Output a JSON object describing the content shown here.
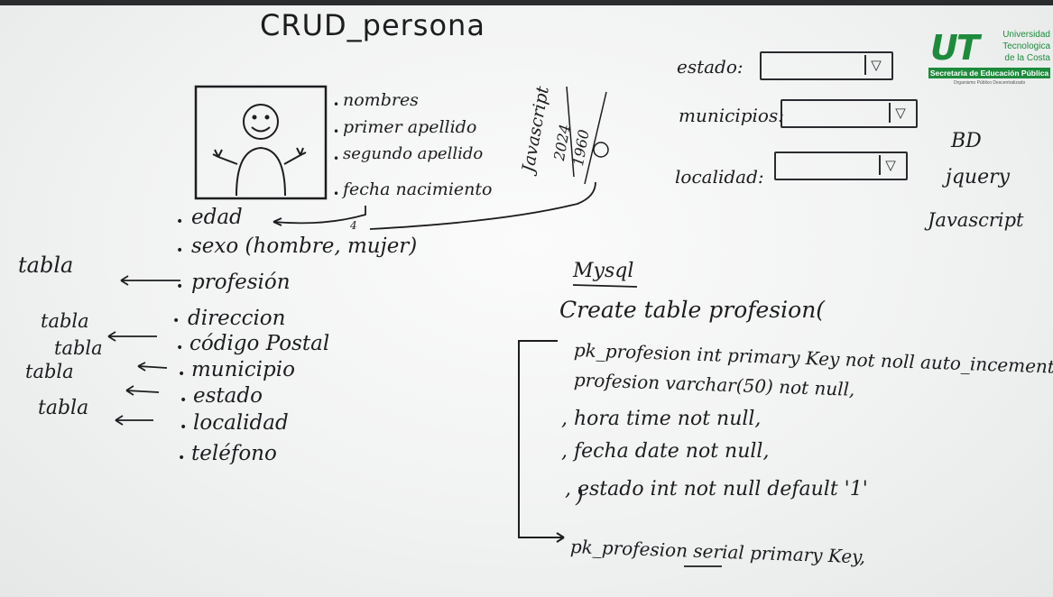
{
  "title": "CRUD_persona",
  "logo": {
    "lines": [
      "Universidad",
      "Tecnologica",
      "de la Costa"
    ],
    "ministry": "Secretaria de Educación Pública",
    "subtitle": "Organismo Público Descentralizado"
  },
  "person_fields": [
    "nombres",
    "primer apellido",
    "segundo apellido",
    "fecha nacimiento"
  ],
  "list_fields": [
    "edad",
    "sexo (hombre, mujer)",
    "profesión",
    "direccion",
    "código Postal",
    "municipio",
    "estado",
    "localidad",
    "teléfono"
  ],
  "tabla_labels": [
    "tabla",
    "tabla",
    "tabla",
    "tabla",
    "tabla"
  ],
  "side_note": {
    "language": "Javascript",
    "years": [
      "2024",
      "1960"
    ],
    "arrow_label": "4"
  },
  "selects": [
    {
      "label": "estado:"
    },
    {
      "label": "municipios:"
    },
    {
      "label": "localidad:"
    }
  ],
  "tech": [
    "BD",
    "jquery",
    "Javascript"
  ],
  "sql": {
    "heading": "Mysql",
    "create": "Create table profesion(",
    "lines": [
      "pk_profesion int primary Key not noll auto_incement,",
      "profesion varchar(50) not null,",
      ", hora time not null,",
      ", fecha date not null,",
      ", estado int not null default '1'",
      ")"
    ],
    "alt_line": "pk_profesion serial primary Key,"
  }
}
